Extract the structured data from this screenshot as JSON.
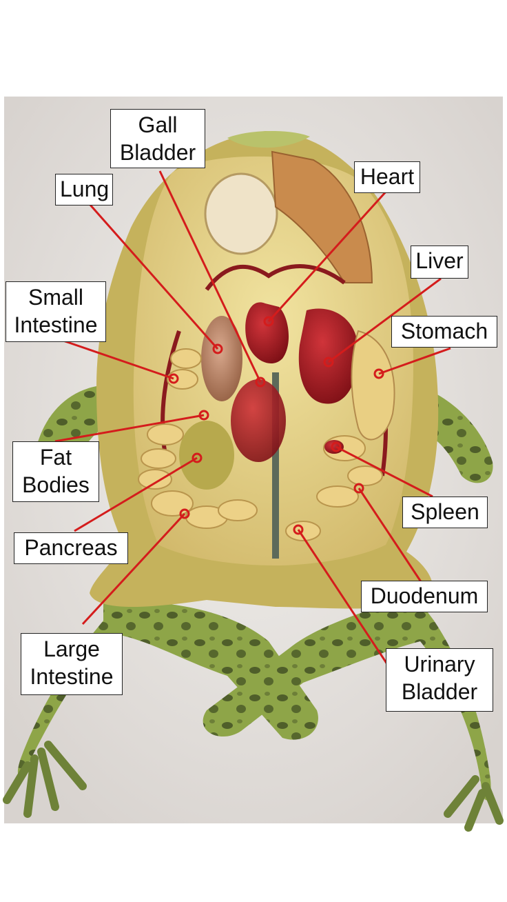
{
  "labels": {
    "gall_bladder": {
      "line1": "Gall",
      "line2": "Bladder"
    },
    "heart": "Heart",
    "lung": "Lung",
    "liver": "Liver",
    "small_intestine": {
      "line1": "Small",
      "line2": "Intestine"
    },
    "stomach": "Stomach",
    "fat_bodies": {
      "line1": "Fat",
      "line2": "Bodies"
    },
    "spleen": "Spleen",
    "pancreas": "Pancreas",
    "duodenum": "Duodenum",
    "large_intestine": {
      "line1": "Large",
      "line2": "Intestine"
    },
    "urinary_bladder": {
      "line1": "Urinary",
      "line2": "Bladder"
    }
  },
  "colors": {
    "leader_line": "#d41c1c",
    "label_border": "#222222",
    "background": "#e9e6e3",
    "frog_skin": "#9ab055",
    "frog_belly": "#e7d58a",
    "organ_red": "#a81d23"
  }
}
